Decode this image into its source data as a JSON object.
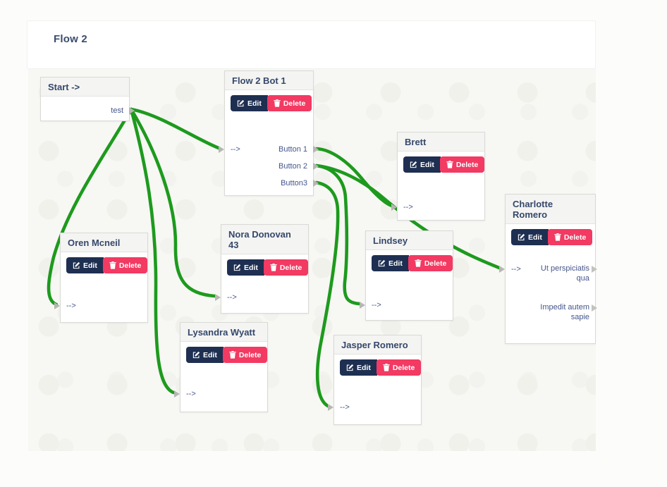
{
  "page": {
    "title": "Flow 2"
  },
  "actions": {
    "edit": "Edit",
    "delete": "Delete"
  },
  "icons": {
    "edit": "pencil-square-icon",
    "delete": "trash-icon",
    "endpoint": "arrow-right-endpoint"
  },
  "colors": {
    "connection_green": "#1d9a1d",
    "edit_button": "#1e2f51",
    "delete_button": "#f23a62",
    "node_header_text": "#35486b",
    "canvas_bg": "#f7f7f4"
  },
  "nodes": {
    "start": {
      "title": "Start ->",
      "outputs": [
        "test"
      ]
    },
    "flow2bot1": {
      "title": "Flow 2 Bot 1",
      "input": "-->",
      "outputs": [
        "Button 1",
        "Button 2",
        "Button3"
      ]
    },
    "brett": {
      "title": "Brett",
      "input": "-->"
    },
    "charlotte": {
      "title": "Charlotte Romero",
      "input": "-->",
      "outputs": [
        "Ut perspiciatis qua",
        "Impedit autem sapie"
      ]
    },
    "oren": {
      "title": "Oren Mcneil",
      "input": "-->"
    },
    "nora": {
      "title": "Nora Donovan 43",
      "input": "-->"
    },
    "lindsey": {
      "title": "Lindsey",
      "input": "-->"
    },
    "lysandra": {
      "title": "Lysandra Wyatt",
      "input": "-->"
    },
    "jasper": {
      "title": "Jasper Romero",
      "input": "-->"
    }
  },
  "connections": [
    {
      "from": "start",
      "port": "test",
      "to": "flow2bot1"
    },
    {
      "from": "start",
      "port": "test",
      "to": "oren"
    },
    {
      "from": "start",
      "port": "test",
      "to": "nora"
    },
    {
      "from": "start",
      "port": "test",
      "to": "lysandra"
    },
    {
      "from": "flow2bot1",
      "port": "Button 1",
      "to": "brett"
    },
    {
      "from": "flow2bot1",
      "port": "Button 2",
      "to": "charlotte"
    },
    {
      "from": "flow2bot1",
      "port": "Button 2",
      "to": "lindsey"
    },
    {
      "from": "flow2bot1",
      "port": "Button3",
      "to": "jasper"
    }
  ]
}
